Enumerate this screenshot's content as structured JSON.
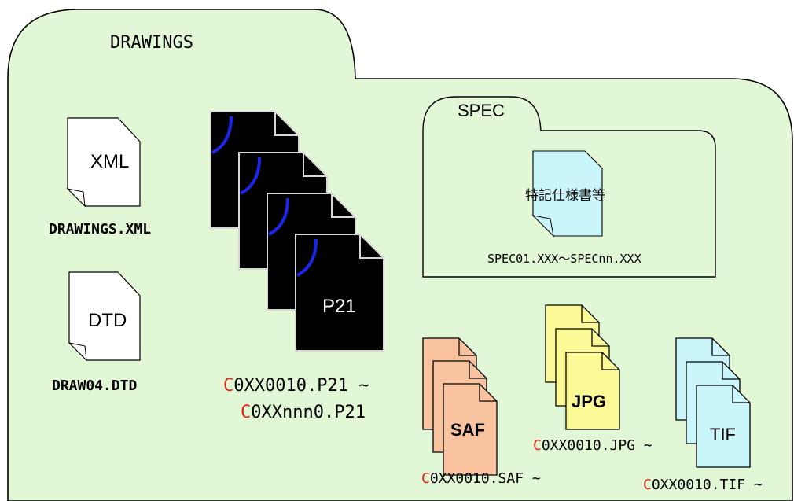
{
  "folder": {
    "title": "DRAWINGS",
    "fill": "#e2f7d6"
  },
  "files": {
    "xml": {
      "icon_text": "XML",
      "caption": "DRAWINGS.XML"
    },
    "dtd": {
      "icon_text": "DTD",
      "caption": "DRAW04.DTD"
    },
    "p21": {
      "icon_text": "P21",
      "caption_prefix": "C",
      "caption_line1_rest": "0XX0010.P21 ~",
      "caption_line2_rest": "0XXnnn0.P21",
      "stack_count": 4
    },
    "saf": {
      "icon_text": "SAF",
      "caption_prefix": "C",
      "caption_rest": "0XX0010.SAF ~",
      "color": "#f8c39e",
      "stack_count": 3
    },
    "jpg": {
      "icon_text": "JPG",
      "caption_prefix": "C",
      "caption_rest": "0XX0010.JPG ~",
      "color": "#fcfa96",
      "stack_count": 3
    },
    "tif": {
      "icon_text": "TIF",
      "caption_prefix": "C",
      "caption_rest": "0XX0010.TIF ~",
      "color": "#c9f5fb",
      "stack_count": 3
    }
  },
  "spec": {
    "title": "SPEC",
    "doc_text": "特記仕様書等",
    "caption": "SPEC01.XXX～SPECnn.XXX",
    "doc_color": "#c9f5fb"
  },
  "colors": {
    "accent_red": "#e8201c",
    "p21_curve": "#1c25e8"
  }
}
